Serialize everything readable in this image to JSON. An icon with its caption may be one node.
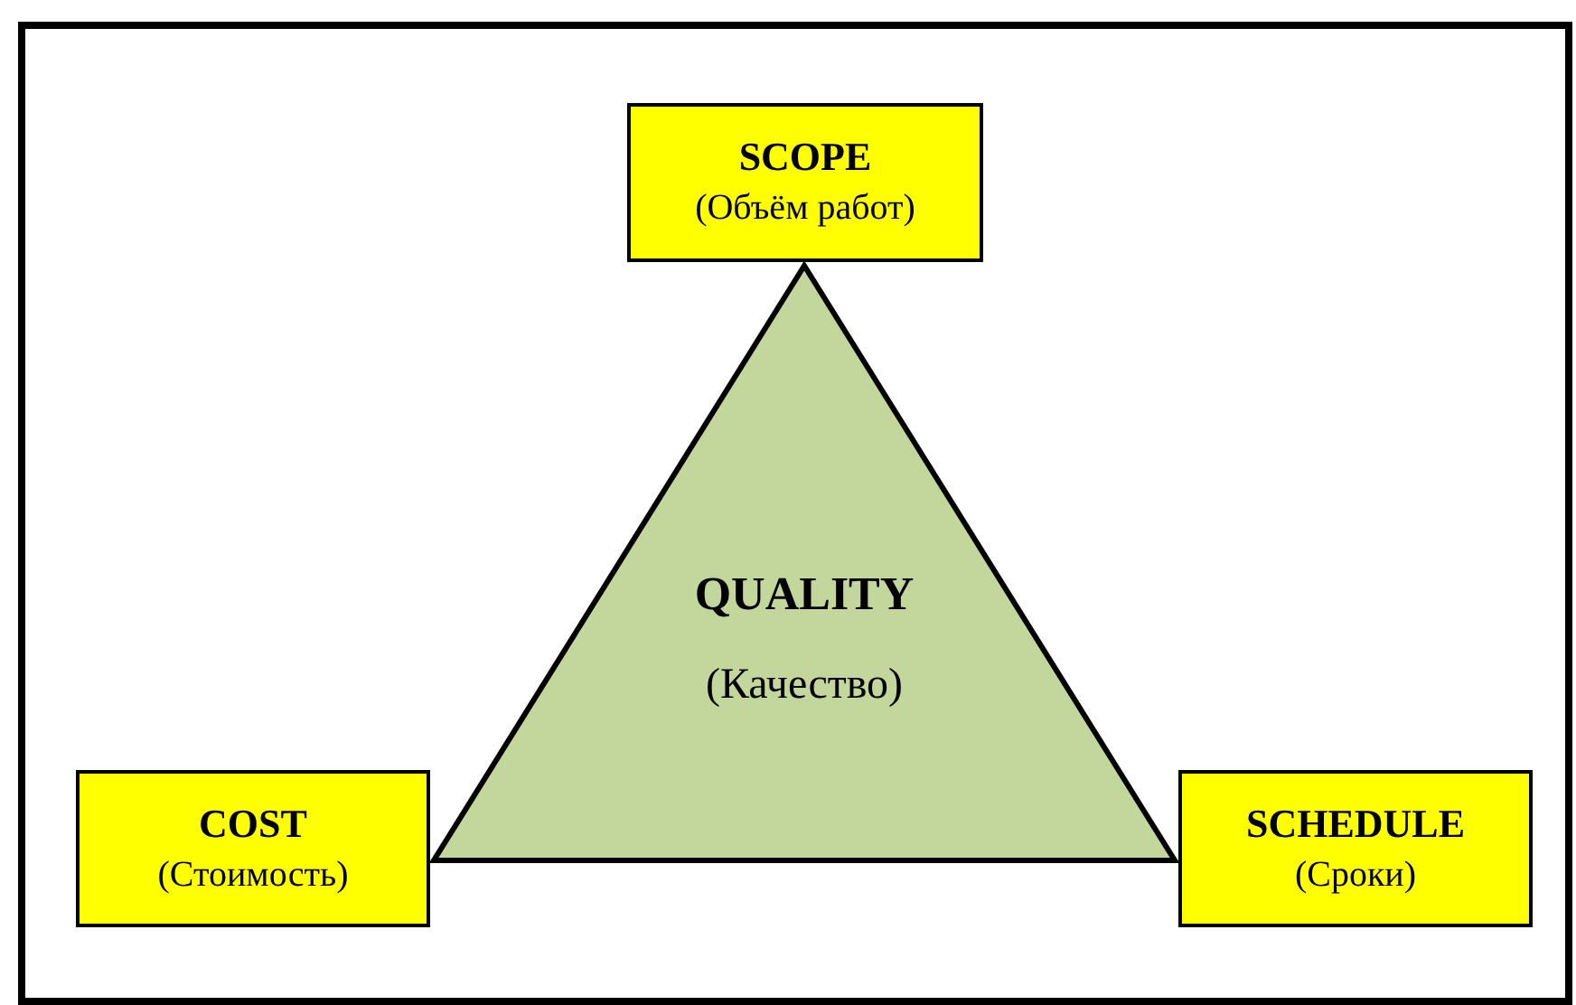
{
  "diagram": {
    "nodes": [
      {
        "text": [
          "SCOPE",
          "(Объём работ)"
        ]
      },
      {
        "text": [
          "QUALITY",
          "(Качество)"
        ]
      },
      {
        "text": [
          "COST",
          "(Стоимость)"
        ]
      },
      {
        "text": [
          "SCHEDULE",
          "(Сроки)"
        ]
      }
    ]
  }
}
